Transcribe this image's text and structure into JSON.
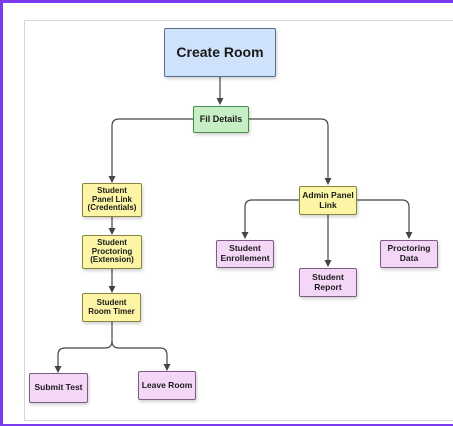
{
  "nodes": {
    "create_room": "Create Room",
    "fill_details": "Fil Details",
    "student_panel_link": "Student\nPanel Link\n(Credentials)",
    "student_proctoring": "Student\nProctoring\n(Extension)",
    "student_room_timer": "Student\nRoom Timer",
    "submit_test": "Submit Test",
    "leave_room": "Leave Room",
    "admin_panel_link": "Admin Panel\nLink",
    "student_enrollment": "Student\nEnrollement",
    "student_report": "Student\nReport",
    "proctoring_data": "Proctoring\nData"
  },
  "colors": {
    "frame": "#7c3aed",
    "root": "#cfe2fb",
    "step": "#c7efc6",
    "student_flow": "#fbf5a5",
    "leaf": "#f4d7f7",
    "connector": "#444444"
  }
}
